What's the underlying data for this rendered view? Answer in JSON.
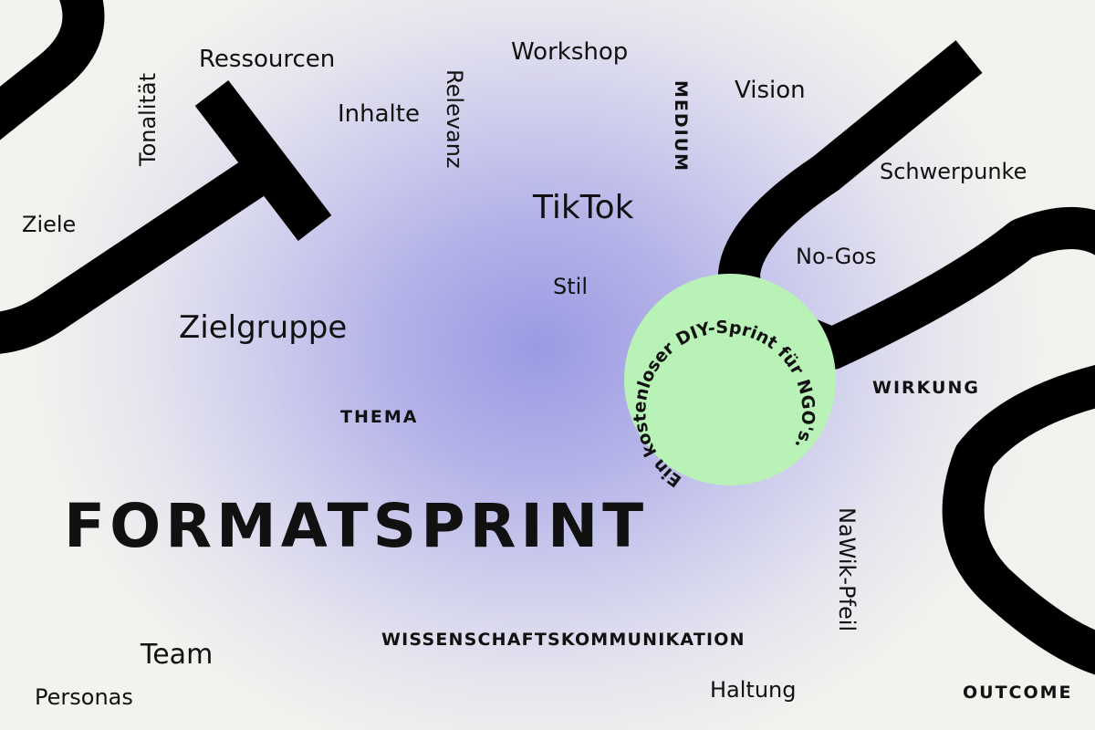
{
  "title": "FORMATSPRINT",
  "badge": {
    "text": "Ein kostenloser DIY-Sprint für NGO's.",
    "color": "#b9f2b7"
  },
  "colors": {
    "background": "#f3f2ee",
    "glow": "#9a9ae4",
    "path": "#000000",
    "text": "#111111"
  },
  "words": {
    "ressourcen": "Ressourcen",
    "workshop": "Workshop",
    "tonalitaet": "Tonalität",
    "relevanz": "Relevanz",
    "medium": "MEDIUM",
    "vision": "Vision",
    "inhalte": "Inhalte",
    "schwerpunke": "Schwerpunke",
    "ziele": "Ziele",
    "tiktok": "TikTok",
    "nogos": "No-Gos",
    "stil": "Stil",
    "zielgruppe": "Zielgruppe",
    "wirkung": "WIRKUNG",
    "thema": "THEMA",
    "nawik": "NaWik-Pfeil",
    "wissenschaft": "WISSENSCHAFTSKOMMUNIKATION",
    "team": "Team",
    "haltung": "Haltung",
    "personas": "Personas",
    "outcome": "OUTCOME"
  }
}
